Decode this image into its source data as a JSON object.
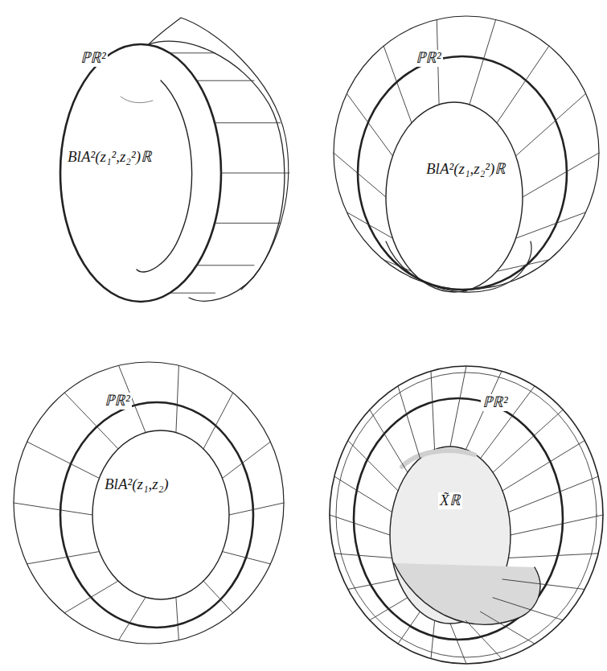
{
  "diagram": {
    "labels": [
      "ℙℝ²",
      "BlA²(z₁²,z₂²)ℝ",
      "ℙℝ²",
      "BlA²(z₁,z₂²)ℝ",
      "ℙℝ²",
      "BlA²(z₁,z₂)",
      "ℙℝ²",
      "X̃ℝ"
    ]
  }
}
